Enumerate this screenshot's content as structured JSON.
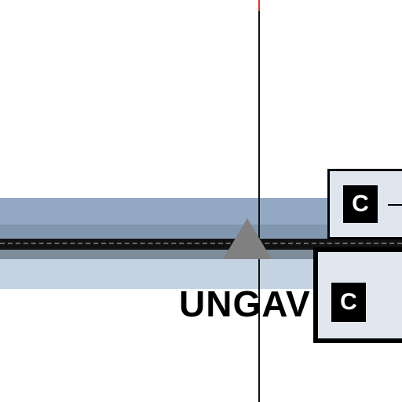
{
  "map": {
    "waypoint": {
      "label": "UNGAV",
      "symbol": "triangle-icon"
    },
    "frequency_boxes": [
      {
        "badge": "C"
      },
      {
        "badge": "C"
      }
    ],
    "colors": {
      "airway_band": "#93a9c3",
      "airway_band_light": "#c4d2e1",
      "route_line": "#111111",
      "waypoint_symbol": "#808080",
      "meridian_tick": "#e03030"
    }
  }
}
